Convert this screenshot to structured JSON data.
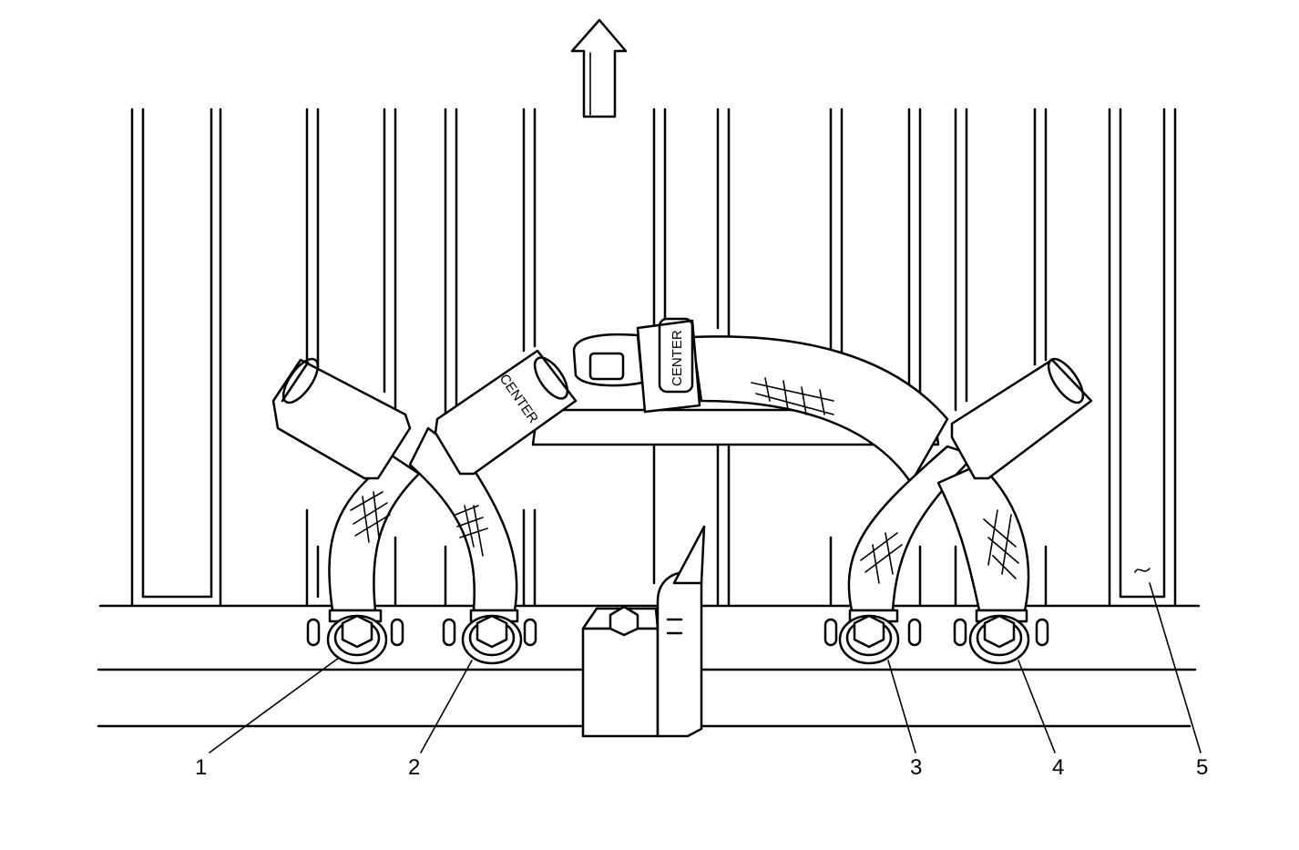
{
  "diagram": {
    "direction_arrow": "forward-arrow",
    "buckle_labels": [
      "CENTER",
      "CENTER"
    ],
    "callouts": [
      "1",
      "2",
      "3",
      "4",
      "5"
    ]
  }
}
